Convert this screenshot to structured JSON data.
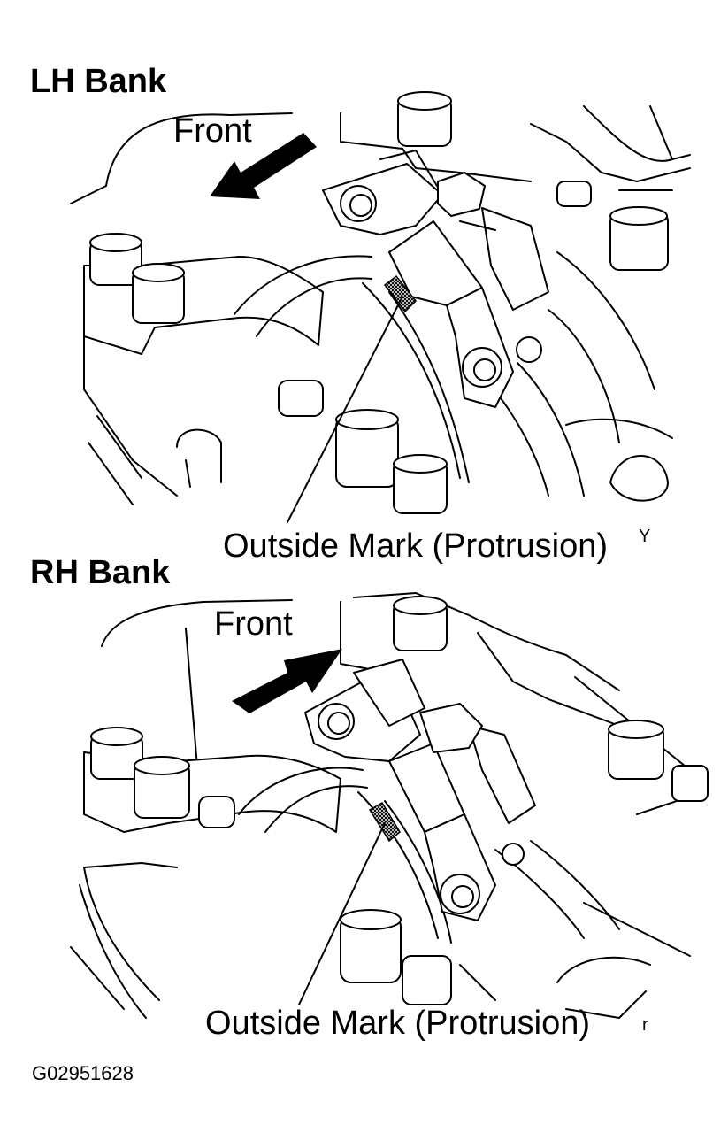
{
  "lh_bank": {
    "title": "LH Bank",
    "front_label": "Front",
    "callout": "Outside Mark (Protrusion)",
    "corner_mark": "Y"
  },
  "rh_bank": {
    "title": "RH Bank",
    "front_label": "Front",
    "callout": "Outside Mark (Protrusion)",
    "corner_mark": "r"
  },
  "figure_code": "G02951628"
}
